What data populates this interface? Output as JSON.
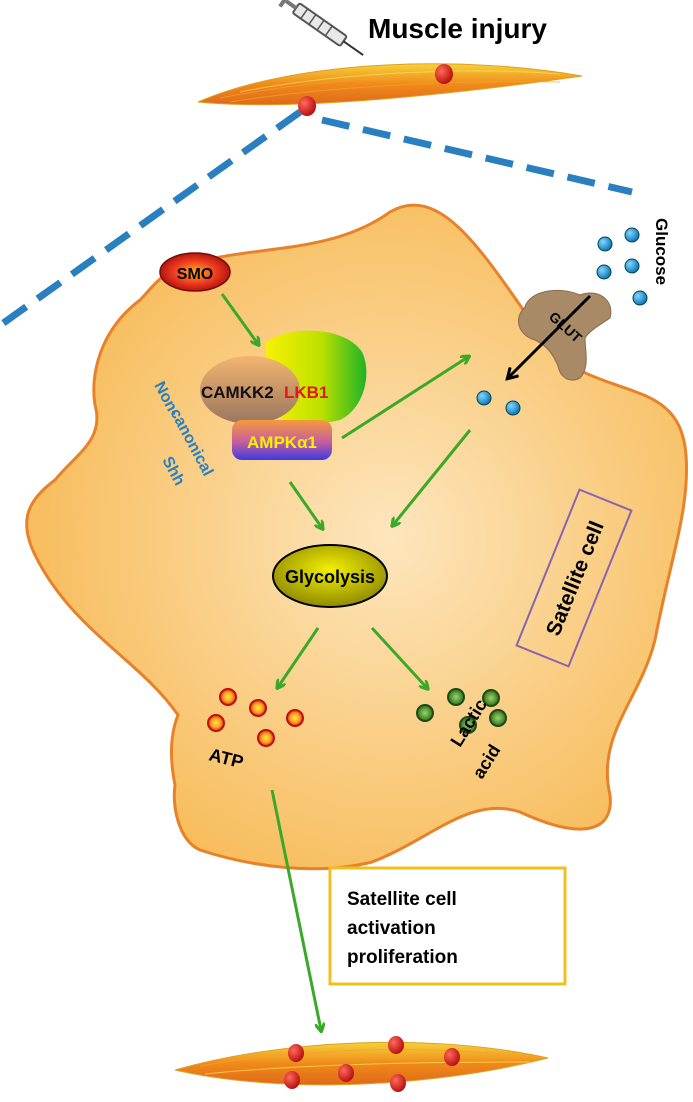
{
  "title": "Muscle injury",
  "cell_label": "Satellite cell",
  "pathway_label": [
    "Non-",
    "canonical",
    "Shh"
  ],
  "nodes": {
    "smo": "SMO",
    "camkk2": "CAMKK2",
    "lkb1": "LKB1",
    "ampk": "AMPKα1",
    "glycolysis": "Glycolysis",
    "glut": "GLUT",
    "glucose": "Glucose",
    "atp": "ATP",
    "lactic": [
      "Lactic",
      "acid"
    ]
  },
  "outcome": [
    "Satellite cell",
    "activation",
    "proliferation"
  ],
  "colors": {
    "cell_fill": "#f9c66f",
    "cell_stroke": "#e8822a",
    "arrow": "#3aa829",
    "dash": "#2a7fc1",
    "pathway_text": "#2a7fc1",
    "label_box_stroke": "#8a63b0",
    "outcome_box_stroke": "#f0c020"
  }
}
